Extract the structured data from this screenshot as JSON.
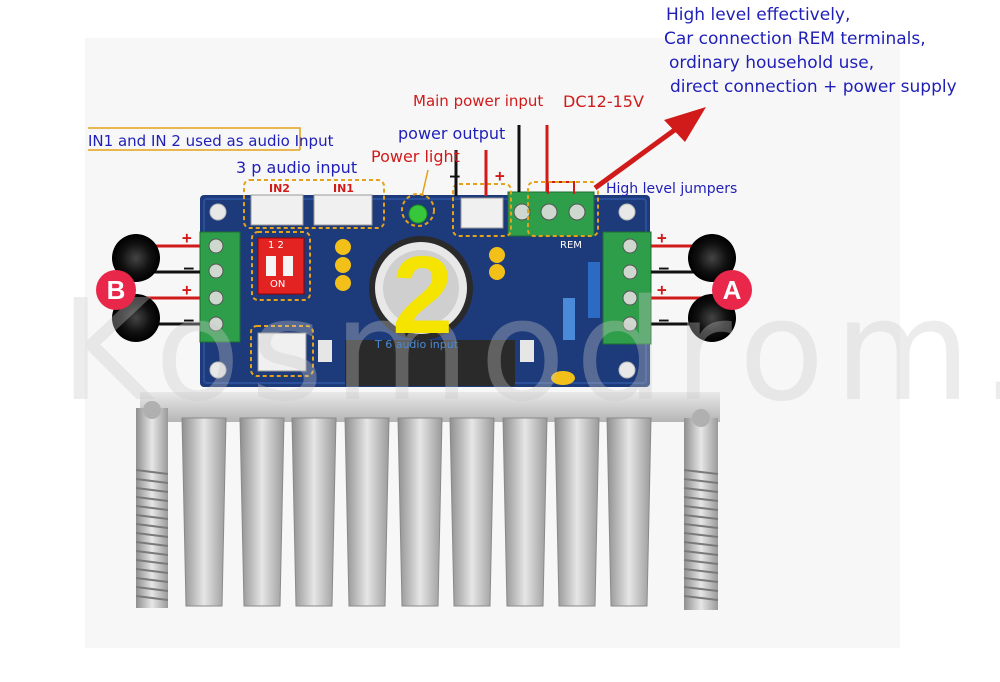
{
  "annotations": {
    "high_level_note": {
      "line1": "High level effectively,",
      "line2": "Car connection REM terminals,",
      "line3": "ordinary household use,",
      "line4": "direct connection + power supply"
    },
    "main_power_input": "Main power input",
    "dc_voltage": "DC12-15V",
    "power_output": "power output",
    "power_light": "Power light",
    "in1_in2_note": "IN1 and IN 2 used as audio Input",
    "three_p_audio_input": "3 p audio input",
    "high_level_jumpers": "High level jumpers",
    "minus": "–",
    "plus": "+"
  },
  "board": {
    "in2": "IN2",
    "in1": "IN1",
    "big_digit": "2",
    "switch_on": "ON",
    "switch_12": "1 2",
    "audio_input_text": "T 6 audio input",
    "rem": "REM"
  },
  "speakers": {
    "left": "B",
    "right": "A"
  },
  "watermark": "Kosmodrom.ua",
  "colors": {
    "blue_text": "#1f1fb8",
    "red_text": "#d11a1a",
    "pcb": "#1d3a7a",
    "terminal": "#2e9e4a",
    "heatsink": "#c9c9c9",
    "speaker_badge": "#e8274a"
  }
}
